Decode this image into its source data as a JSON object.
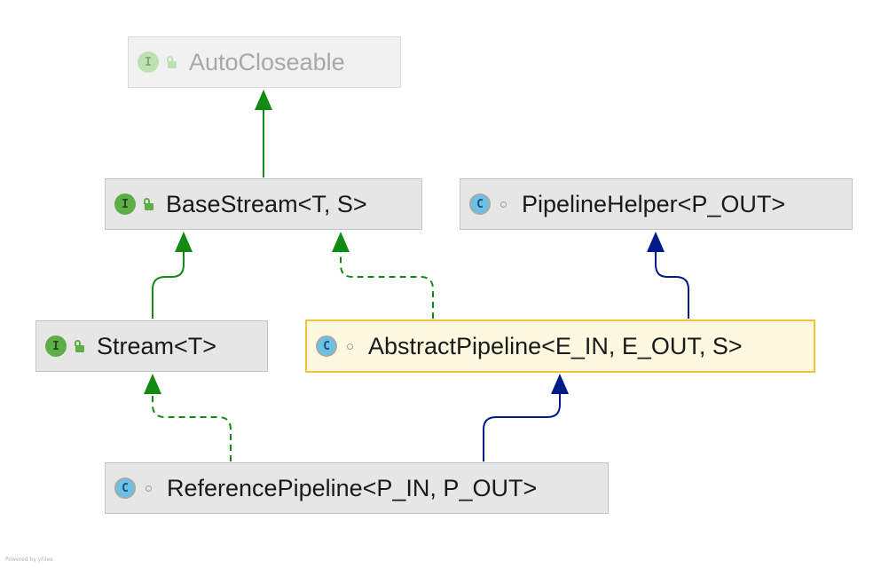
{
  "diagram": {
    "nodes": [
      {
        "id": "autocloseable",
        "kind": "interface",
        "kind_letter": "I",
        "name": "AutoCloseable",
        "faded": true
      },
      {
        "id": "basestream",
        "kind": "interface",
        "kind_letter": "I",
        "name": "BaseStream<T, S>"
      },
      {
        "id": "pipelinehelper",
        "kind": "class",
        "kind_letter": "C",
        "name": "PipelineHelper<P_OUT>"
      },
      {
        "id": "stream",
        "kind": "interface",
        "kind_letter": "I",
        "name": "Stream<T>"
      },
      {
        "id": "abstractpipeline",
        "kind": "class",
        "kind_letter": "C",
        "name": "AbstractPipeline<E_IN, E_OUT, S>",
        "selected": true
      },
      {
        "id": "referencepipeline",
        "kind": "class",
        "kind_letter": "C",
        "name": "ReferencePipeline<P_IN, P_OUT>"
      }
    ],
    "edges": [
      {
        "from": "basestream",
        "to": "autocloseable",
        "type": "extends"
      },
      {
        "from": "stream",
        "to": "basestream",
        "type": "extends"
      },
      {
        "from": "abstractpipeline",
        "to": "basestream",
        "type": "implements"
      },
      {
        "from": "abstractpipeline",
        "to": "pipelinehelper",
        "type": "extends-class"
      },
      {
        "from": "referencepipeline",
        "to": "stream",
        "type": "implements"
      },
      {
        "from": "referencepipeline",
        "to": "abstractpipeline",
        "type": "extends-class"
      }
    ],
    "colors": {
      "interface_edge": "#138a13",
      "class_edge": "#001a8c",
      "selected_border": "#f2c335"
    }
  },
  "footer": {
    "credit": "Powered by yFiles"
  }
}
